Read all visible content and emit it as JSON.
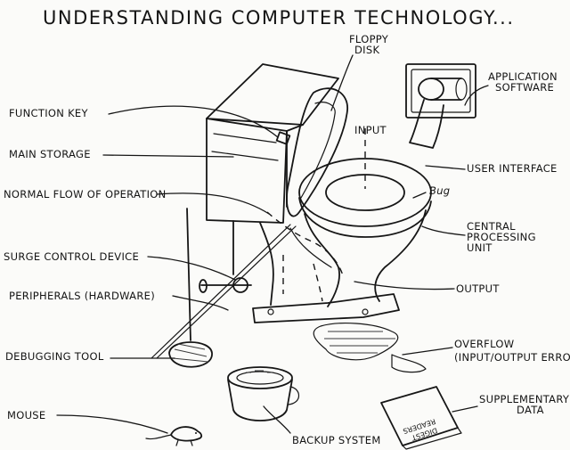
{
  "title": "UNDERSTANDING   COMPUTER   TECHNOLOGY...",
  "labels": {
    "function_key": "FUNCTION KEY",
    "main_storage": "MAIN STORAGE",
    "normal_flow": "NORMAL FLOW OF OPERATION",
    "surge_control": "SURGE CONTROL DEVICE",
    "peripherals": "PERIPHERALS (HARDWARE)",
    "debugging_tool": "DEBUGGING TOOL",
    "mouse": "MOUSE",
    "floppy_line1": "FLOPPY",
    "floppy_line2": "DISK",
    "application_line1": "APPLICATION",
    "application_line2": "SOFTWARE",
    "input": "INPUT",
    "user_interface": "USER INTERFACE",
    "bug": "Bug",
    "cpu_line1": "CENTRAL",
    "cpu_line2": "PROCESSING",
    "cpu_line3": "UNIT",
    "output": "OUTPUT",
    "overflow_line1": "OVERFLOW",
    "overflow_line2": "(INPUT/OUTPUT ERROR)",
    "backup_system": "BACKUP SYSTEM",
    "supplementary_line1": "SUPPLEMENTARY",
    "supplementary_line2": "DATA",
    "magazine_line1": "READERS",
    "magazine_line2": "DIGEST"
  },
  "colors": {
    "ink": "#161616",
    "paper": "#fbfbf9"
  },
  "icons": [
    "toilet-drawing",
    "toilet-paper-roll-icon",
    "plunger-icon",
    "potty-icon",
    "mouse-icon",
    "magazine-icon",
    "puddle-icon"
  ]
}
